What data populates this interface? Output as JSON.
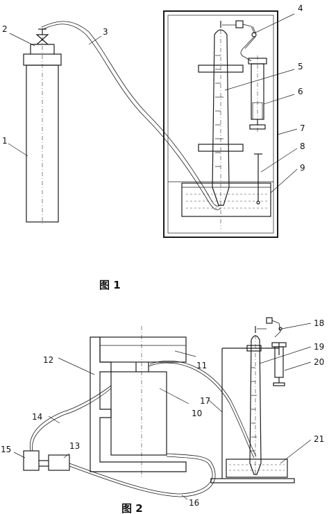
{
  "figures": [
    {
      "caption": "图 1",
      "labels": [
        "1",
        "2",
        "3",
        "4",
        "5",
        "6",
        "7",
        "8",
        "9"
      ]
    },
    {
      "caption": "图 2",
      "labels": [
        "10",
        "11",
        "12",
        "13",
        "14",
        "15",
        "16",
        "17",
        "18",
        "19",
        "20",
        "21"
      ]
    }
  ]
}
